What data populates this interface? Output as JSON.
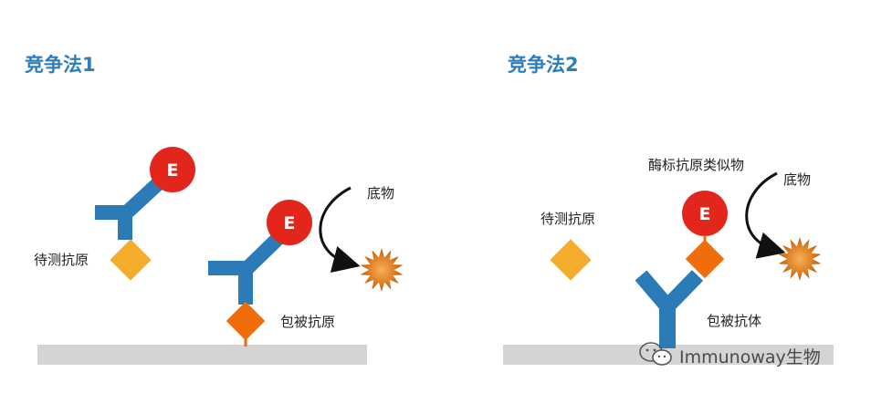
{
  "panels": [
    {
      "title": "竞争法1",
      "labels": {
        "free_antigen": "待测抗原",
        "substrate": "底物",
        "coated": "包被抗原",
        "enzyme_letter": "E",
        "enzyme_letter_2": "E"
      }
    },
    {
      "title": "竞争法2",
      "labels": {
        "free_antigen": "待测抗原",
        "enzyme_antigen": "酶标抗原类似物",
        "substrate": "底物",
        "coated": "包被抗体",
        "enzyme_letter": "E"
      }
    }
  ],
  "watermark": {
    "text": "Immunoway生物",
    "icon": "wechat-icon"
  },
  "colors": {
    "title": "#2e7dbb",
    "antibody": "#2b7bb9",
    "enzyme": "#e3261c",
    "free_antigen": "#f4ac2c",
    "coated_antigen": "#ef6c0b",
    "surface": "#d4d4d4",
    "substrate": "#d9771e"
  }
}
